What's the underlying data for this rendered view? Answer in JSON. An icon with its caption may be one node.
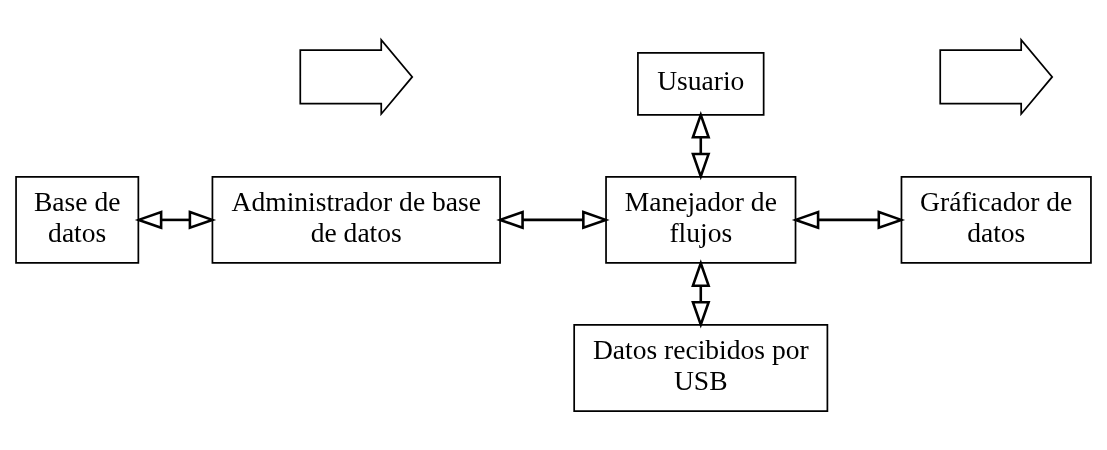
{
  "diagram": {
    "nodes": [
      {
        "text": [
          "Usuario"
        ]
      },
      {
        "text": [
          "Base de datos"
        ]
      },
      {
        "text": [
          "Administrador de base de datos"
        ]
      },
      {
        "text": [
          "Manejador de flujos"
        ]
      },
      {
        "text": [
          "Gráficador de datos"
        ]
      },
      {
        "text": [
          "Datos recibidos por USB"
        ]
      },
      {
        "text": [],
        "shape": "arrow"
      },
      {
        "text": [],
        "shape": "arrow"
      }
    ],
    "edges": [
      {
        "from": 0,
        "to": 3,
        "arrow": "both"
      },
      {
        "from": 1,
        "to": 2,
        "arrow": "both"
      },
      {
        "from": 2,
        "to": 3,
        "arrow": "both"
      },
      {
        "from": 3,
        "to": 4,
        "arrow": "both"
      },
      {
        "from": 3,
        "to": 5,
        "arrow": "both"
      }
    ]
  }
}
